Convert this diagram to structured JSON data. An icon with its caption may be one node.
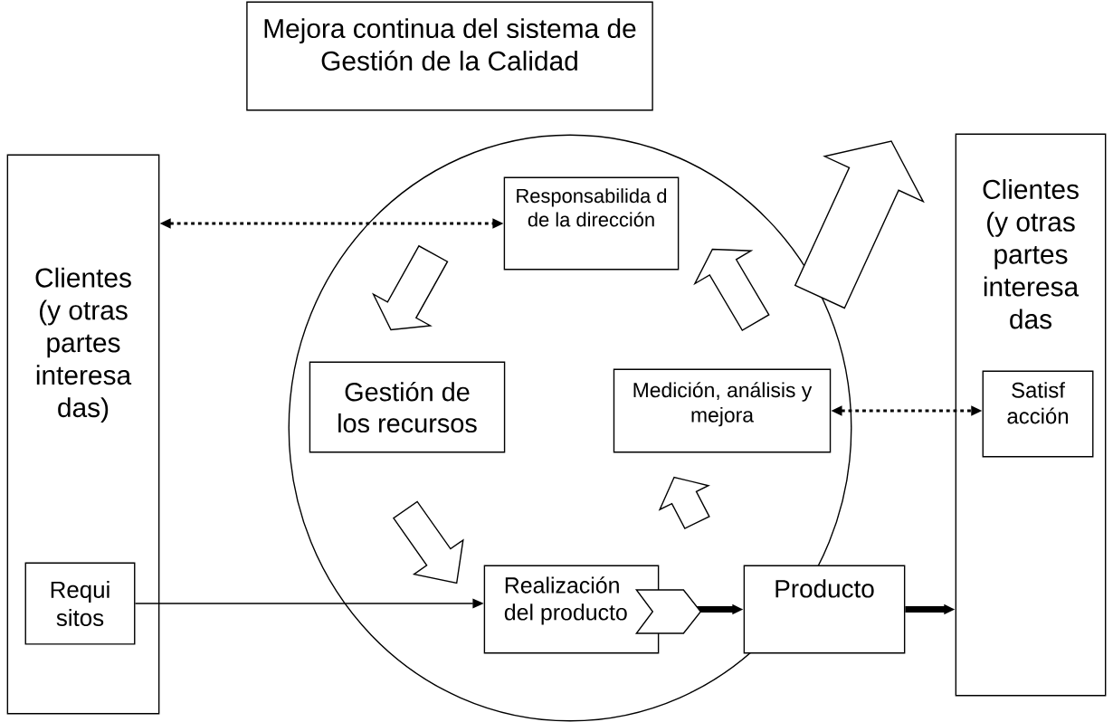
{
  "diagram": {
    "nodes": [
      {
        "text": [
          "Mejora continua del sistema de Gestión de la Calidad"
        ]
      },
      {
        "text": [
          "Clientes (y otras partes interesa das)"
        ]
      },
      {
        "text": [
          "Requi sitos"
        ],
        "in": 1
      },
      {
        "text": [],
        "shape": "circle"
      },
      {
        "text": [
          "Responsabilida d de la dirección"
        ],
        "in": 3
      },
      {
        "text": [
          "Gestión de los recursos"
        ],
        "in": 3
      },
      {
        "text": [
          "Medición, análisis y mejora"
        ],
        "in": 3
      },
      {
        "text": [
          "Realización del producto"
        ],
        "in": 3
      },
      {
        "text": [
          "Producto"
        ]
      },
      {
        "text": [
          "Clientes (y otras partes interesa das"
        ]
      },
      {
        "text": [
          "Satisf acción"
        ],
        "in": 9
      }
    ],
    "edges": [
      {
        "from": 1,
        "to": 4,
        "arrow": "both",
        "style": "dashed"
      },
      {
        "from": 6,
        "to": 10,
        "arrow": "both",
        "style": "dashed"
      },
      {
        "from": 2,
        "to": 7,
        "arrow": "to"
      },
      {
        "from": 7,
        "to": 8,
        "arrow": "to",
        "style": "thick"
      },
      {
        "from": 8,
        "to": 9,
        "arrow": "to",
        "style": "thick"
      },
      {
        "from": 4,
        "to": 5,
        "arrow": "to"
      },
      {
        "from": 5,
        "to": 7,
        "arrow": "to"
      },
      {
        "from": 7,
        "to": 6,
        "arrow": "to"
      },
      {
        "from": 6,
        "to": 4,
        "arrow": "to"
      },
      {
        "from": 3,
        "to": null,
        "arrow": "to"
      }
    ]
  }
}
